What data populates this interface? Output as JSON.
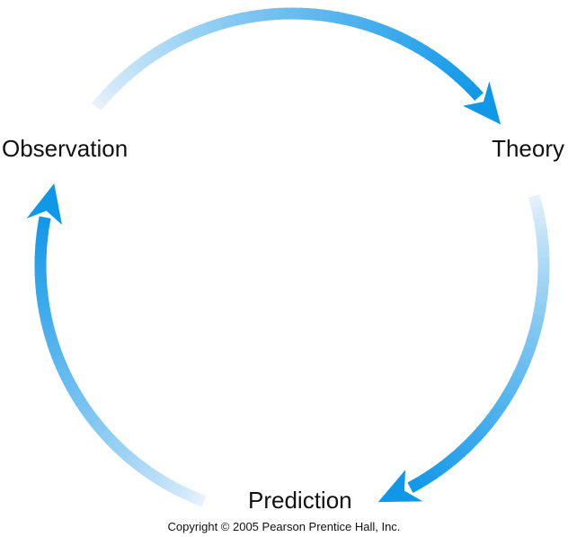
{
  "labels": {
    "observation": "Observation",
    "theory": "Theory",
    "prediction": "Prediction"
  },
  "copyright": "Copyright © 2005 Pearson Prentice Hall, Inc.",
  "colors": {
    "arrow_light": "#e6f1fb",
    "arrow_dark": "#0f97e8"
  },
  "cycle": [
    {
      "from": "Observation",
      "to": "Theory"
    },
    {
      "from": "Theory",
      "to": "Prediction"
    },
    {
      "from": "Prediction",
      "to": "Observation"
    }
  ]
}
